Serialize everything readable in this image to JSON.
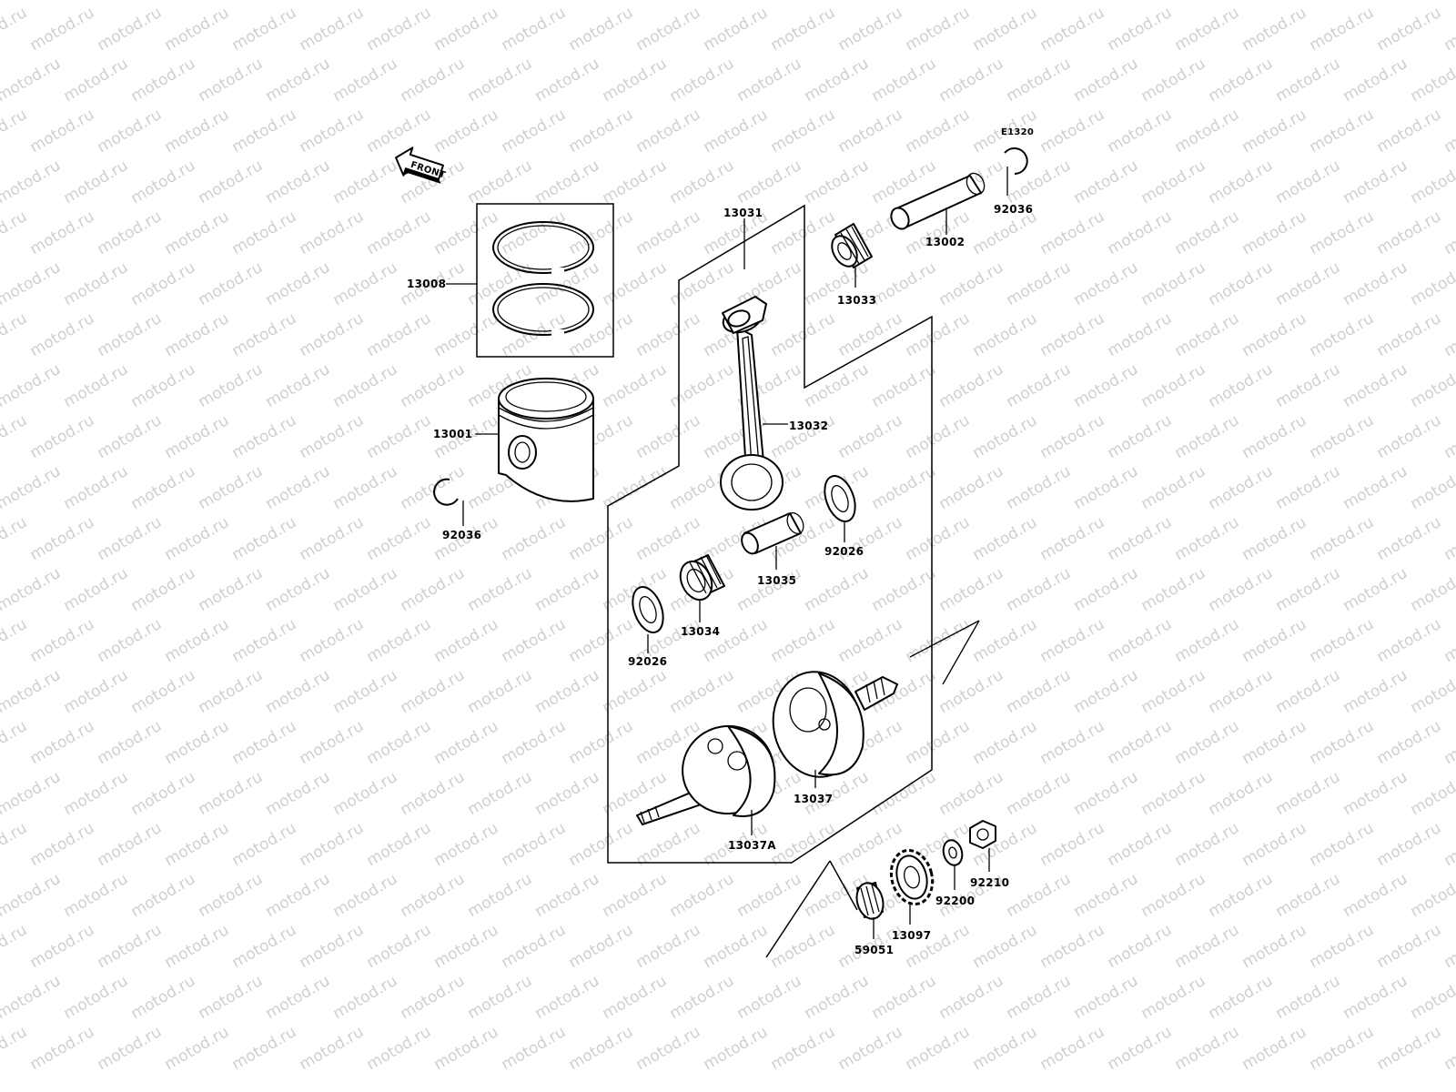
{
  "watermark": "motod.ru",
  "front_marker": "FRONT",
  "diagram_code": "E1320",
  "parts": {
    "snap_ring_top": "92036",
    "piston_pin": "13002",
    "needle_bearing_small_end": "13033",
    "connecting_rod_assy": "13031",
    "piston_ring_set": "13008",
    "connecting_rod": "13032",
    "piston": "13001",
    "snap_ring_left": "92036",
    "washer_right": "92026",
    "crank_pin": "13035",
    "needle_bearing_big_end": "13034",
    "washer_left": "92026",
    "crankshaft_right": "13037",
    "crankshaft_left": "13037A",
    "nut": "92210",
    "washer_small": "92200",
    "gear": "13097",
    "needle_bearing_gear": "59051"
  }
}
